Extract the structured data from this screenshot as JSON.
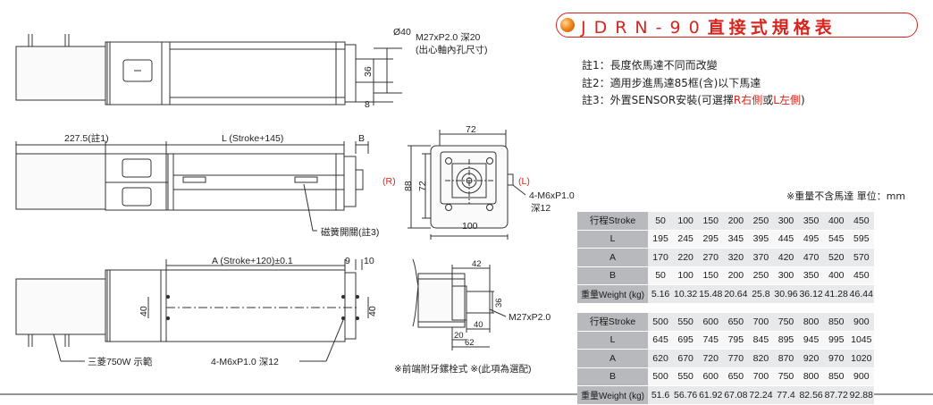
{
  "title": {
    "latin": "JDRN-90",
    "cjk": "直接式規格表"
  },
  "notes": [
    {
      "prefix": "註1：長度依馬達不同而改變",
      "red1": "",
      "mid": "",
      "red2": "",
      "suffix": ""
    },
    {
      "prefix": "註2：適用步進馬達85框(含)以下馬達",
      "red1": "",
      "mid": "",
      "red2": "",
      "suffix": ""
    },
    {
      "prefix": "註3：外置SENSOR安裝(可選擇",
      "red1": "R右側",
      "mid": "或",
      "red2": "L左側",
      "suffix": ")"
    }
  ],
  "units_line": "※重量不含馬達  單位：mm",
  "table_1": {
    "rows": [
      {
        "label": "行程Stroke",
        "values": [
          "50",
          "100",
          "150",
          "200",
          "250",
          "300",
          "350",
          "400",
          "450"
        ]
      },
      {
        "label": "L",
        "values": [
          "195",
          "245",
          "295",
          "345",
          "395",
          "445",
          "495",
          "545",
          "595"
        ]
      },
      {
        "label": "A",
        "values": [
          "170",
          "220",
          "270",
          "320",
          "370",
          "420",
          "470",
          "520",
          "570"
        ]
      },
      {
        "label": "B",
        "values": [
          "50",
          "100",
          "150",
          "200",
          "250",
          "300",
          "350",
          "400",
          "450"
        ]
      },
      {
        "label": "重量Weight (kg)",
        "values": [
          "5.16",
          "10.32",
          "15.48",
          "20.64",
          "25.8",
          "30.96",
          "36.12",
          "41.28",
          "46.44"
        ]
      }
    ]
  },
  "table_2": {
    "rows": [
      {
        "label": "行程Stroke",
        "values": [
          "500",
          "550",
          "600",
          "650",
          "700",
          "750",
          "800",
          "850",
          "900"
        ]
      },
      {
        "label": "L",
        "values": [
          "645",
          "695",
          "745",
          "795",
          "845",
          "895",
          "945",
          "995",
          "1045"
        ]
      },
      {
        "label": "A",
        "values": [
          "620",
          "670",
          "720",
          "770",
          "820",
          "870",
          "920",
          "970",
          "1020"
        ]
      },
      {
        "label": "B",
        "values": [
          "500",
          "550",
          "600",
          "650",
          "700",
          "750",
          "800",
          "850",
          "900"
        ]
      },
      {
        "label": "重量Weight (kg)",
        "values": [
          "51.6",
          "56.76",
          "61.92",
          "67.08",
          "72.24",
          "77.4",
          "82.56",
          "87.72",
          "92.88"
        ]
      }
    ]
  },
  "drawing_labels": {
    "dia40": "Ø40",
    "thread": "M27xP2.0 深20",
    "thread_note": "(出心軸內孔尺寸)",
    "dim36": "36",
    "dim8": "8",
    "dim227": "227.5(註1)",
    "dimL": "L (Stroke+145)",
    "dimB": "B",
    "switch": "磁簧開關(註3)",
    "dimA": "A (Stroke+120)±0.1",
    "dim9": "9",
    "dim10": "10",
    "dim40_side": "40",
    "dim40_side2": "40",
    "motor": "三菱750W 示範",
    "hole_bottom": "4-M6xP1.0 深12",
    "front_72_top": "72",
    "front_72_side": "72",
    "front_88": "88",
    "front_100": "100",
    "front_R": "(R)",
    "front_L": "(L)",
    "front_hole": "4-M6xP1.0",
    "front_hole_depth": "深12",
    "det_42": "42",
    "det_36": "36",
    "det_40": "40",
    "det_20": "20",
    "det_62": "62",
    "det_thread": "M27xP2.0",
    "front_note": "※前端附牙鏍栓式  ※(此項為選配)"
  }
}
